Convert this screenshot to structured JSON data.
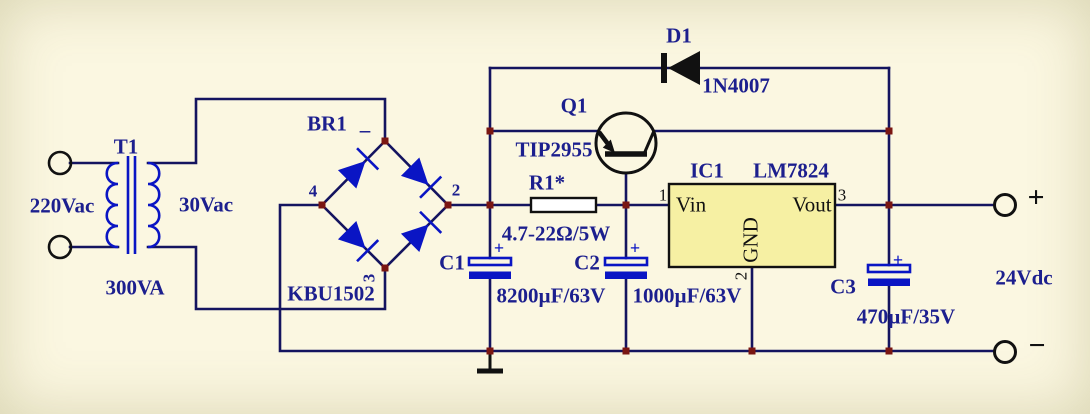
{
  "labels": {
    "t1_ref": "T1",
    "primary_voltage": "220Vac",
    "secondary_voltage": "30Vac",
    "transformer_power": "300VA",
    "bridge_ref": "BR1",
    "bridge_part": "KBU1502",
    "bridge_pin_left": "4",
    "bridge_pin_right": "2",
    "bridge_pin_bottom": "3",
    "bridge_pin_top": "–",
    "q1_ref": "Q1",
    "q1_part": "TIP2955",
    "r1_ref": "R1*",
    "r1_value": "4.7-22Ω/5W",
    "d1_ref": "D1",
    "d1_part": "1N4007",
    "c1_ref": "C1",
    "c1_plus": "+",
    "c1_value": "8200µF/63V",
    "c2_ref": "C2",
    "c2_plus": "+",
    "c2_value": "1000µF/63V",
    "c3_ref": "C3",
    "c3_plus": "+",
    "c3_value": "470µF/35V",
    "ic_ref": "IC1",
    "ic_part": "LM7824",
    "ic_pin_in": "Vin",
    "ic_pin_out": "Vout",
    "ic_pin_gnd": "GND",
    "ic_pin1": "1",
    "ic_pin2": "2",
    "ic_pin3": "3",
    "out_plus": "+",
    "out_minus": "−",
    "out_voltage": "24Vdc"
  },
  "colors": {
    "background": "#fbf7e1",
    "wire": "#14145f",
    "component_blue": "#0a15c4",
    "node_red": "#7a1612",
    "label_navy": "#1c1f8e",
    "ic_fill": "#f6f0a3"
  }
}
